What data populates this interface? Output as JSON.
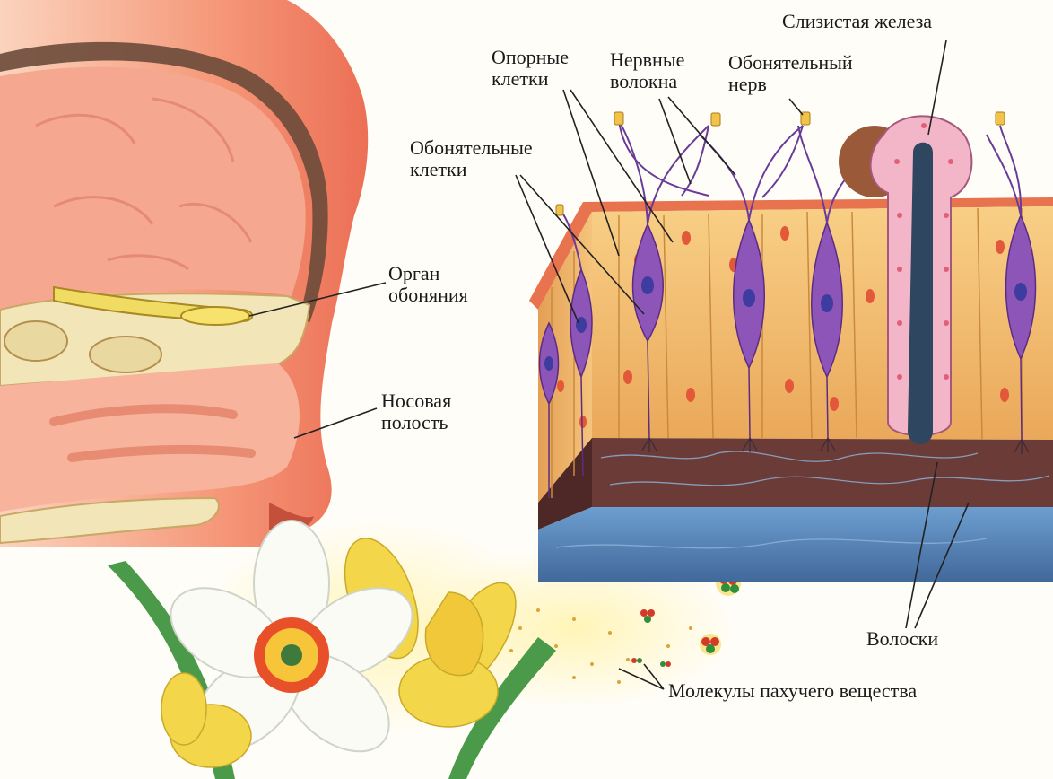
{
  "labels": {
    "mucous_gland": "Слизистая железа",
    "support_cells": [
      "Опорные",
      "клетки"
    ],
    "nerve_fibers": [
      "Нервные",
      "волокна"
    ],
    "olfactory_nerve": [
      "Обонятельный",
      "нерв"
    ],
    "olfactory_cells": [
      "Обонятельные",
      "клетки"
    ],
    "smell_organ": [
      "Орган",
      "обоняния"
    ],
    "nasal_cavity": [
      "Носовая",
      "полость"
    ],
    "hairs": "Волоски",
    "odor_molecules": "Молекулы пахучего вещества"
  },
  "colors": {
    "skin": "#f08a6a",
    "skin_light": "#fbc6ad",
    "bone": "#f2e6b8",
    "epithelium": "#f4c27a",
    "receptor_cell": "#8d55b8",
    "nucleus": "#e4583a",
    "connective": "#6b3b38",
    "base_layer": "#4f7fb3",
    "gland": "#f3b5c8",
    "gland_duct": "#2f4660",
    "petal_white": "#fbfbf6",
    "petal_yellow": "#f4d64a",
    "corona": "#e8502a"
  }
}
